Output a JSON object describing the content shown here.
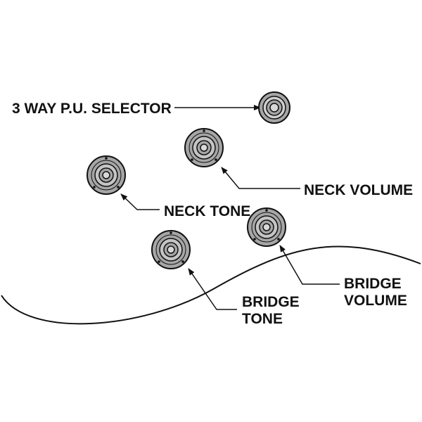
{
  "colors": {
    "background": "#ffffff",
    "ink": "#111111",
    "knob_fill": "#a6a6a6",
    "knob_ring": "#cfcfcf"
  },
  "labels": {
    "selector": "3 WAY P.U. SELECTOR",
    "neck_volume": "NECK VOLUME",
    "neck_tone": "NECK TONE",
    "bridge_volume_line1": "BRIDGE",
    "bridge_volume_line2": "VOLUME",
    "bridge_tone_line1": "BRIDGE",
    "bridge_tone_line2": "TONE"
  },
  "icons": {
    "selector": "selector-switch-icon",
    "knob": "control-knob-icon"
  }
}
